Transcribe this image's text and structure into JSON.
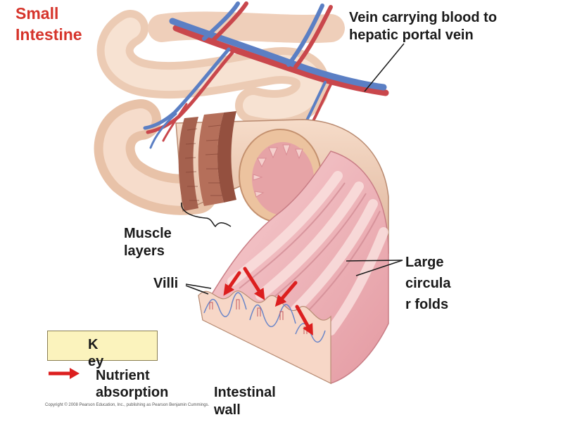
{
  "title": "Small Intestine",
  "colors": {
    "title": "#d6342b",
    "arrow": "#dc1f1f",
    "vein": "#5b7fc4",
    "artery": "#c9474c",
    "tissue": "#f0c6b1",
    "mucosa": "#f3b9bd",
    "muscle": "#a5614e",
    "key_fill": "#fbf3bd"
  },
  "labels": {
    "vein": "Vein carrying blood to hepatic portal vein",
    "muscle_layers": "Muscle layers",
    "villi": "Villi",
    "large_circular_folds": "Large circular folds",
    "intestinal_wall": "Intestinal wall"
  },
  "key": {
    "title": "Key",
    "items": [
      {
        "icon": "red-arrow-icon",
        "label": "Nutrient absorption"
      }
    ]
  },
  "copyright": "Copyright © 2008 Pearson Education, Inc., publishing as Pearson Benjamin Cummings."
}
